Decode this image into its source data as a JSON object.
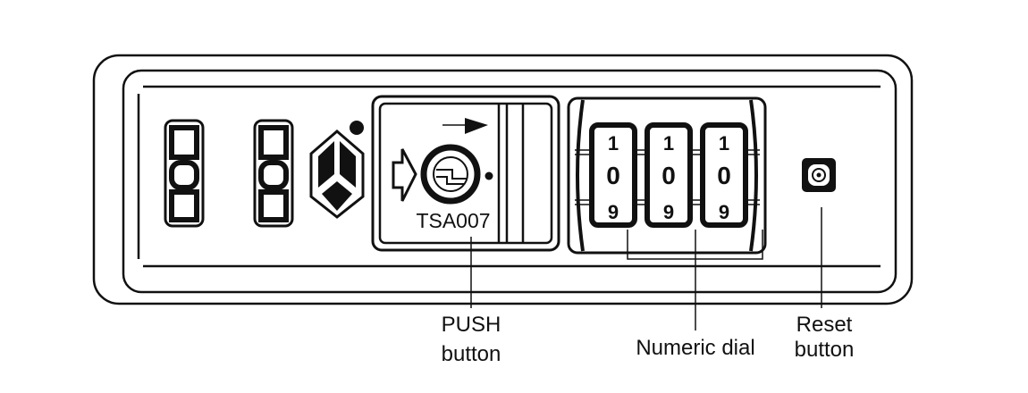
{
  "diagram": {
    "title_marking": "TSA007",
    "dial_digits": {
      "top": [
        "1",
        "1",
        "1"
      ],
      "middle": [
        "0",
        "0",
        "0"
      ],
      "bottom": [
        "9",
        "9",
        "9"
      ]
    },
    "labels": {
      "push_line1": "PUSH",
      "push_line2": "button",
      "dial": "Numeric dial",
      "reset_line1": "Reset",
      "reset_line2": "button"
    },
    "colors": {
      "line": "#111111",
      "background": "#ffffff"
    }
  }
}
